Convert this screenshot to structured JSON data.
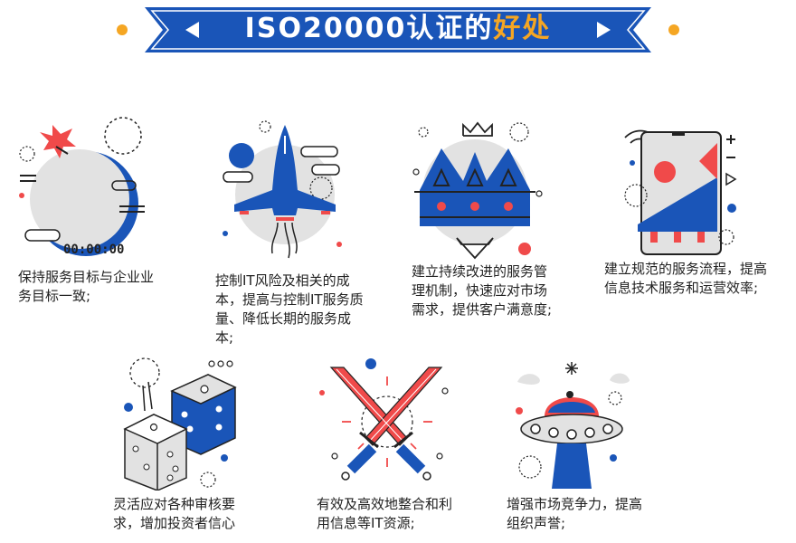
{
  "banner": {
    "title_main": "ISO20000认证的",
    "title_highlight": "好处"
  },
  "benefits": [
    {
      "text": "保持服务目标与企业业务目标一致;",
      "clock": "00:00:00"
    },
    {
      "text": "控制IT风险及相关的成本，提高与控制IT服务质量、降低长期的服务成本;"
    },
    {
      "text": "建立持续改进的服务管理机制，快速应对市场需求，提供客户满意度;"
    },
    {
      "text": "建立规范的服务流程，提高信息技术服务和运营效率;"
    },
    {
      "text": "灵活应对各种审核要求，增加投资者信心"
    },
    {
      "text": "有效及高效地整合和利用信息等IT资源;"
    },
    {
      "text": "增强市场竞争力，提高组织声誉;"
    }
  ],
  "colors": {
    "blue": "#1a55b8",
    "red": "#f04a4a",
    "orange": "#f5a623",
    "grey": "#e2e2e2"
  }
}
